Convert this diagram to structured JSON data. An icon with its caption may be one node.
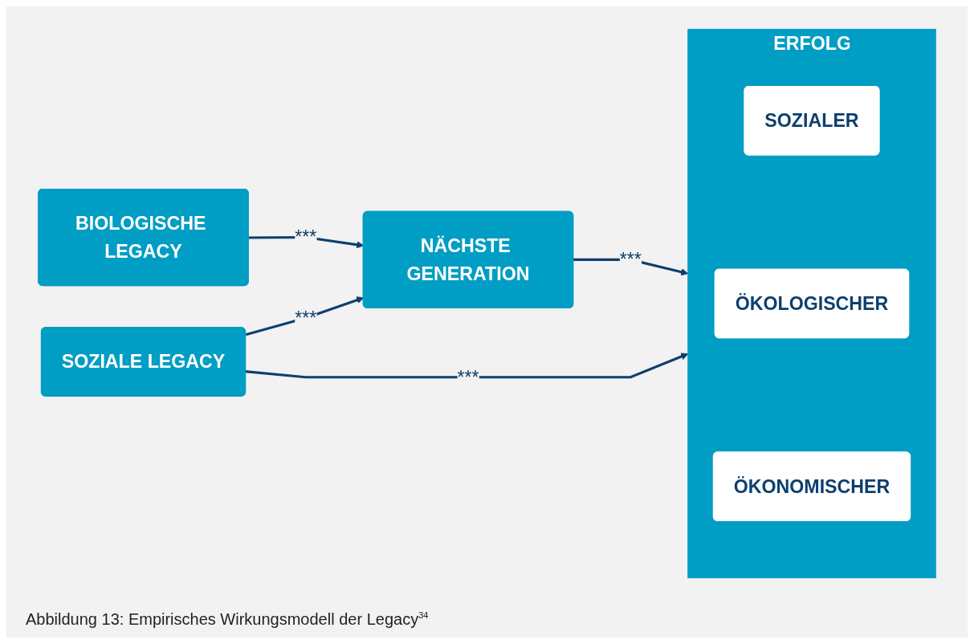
{
  "diagram": {
    "nodes": [
      {
        "text": [
          "BIOLOGISCHE LEGACY"
        ]
      },
      {
        "text": [
          "NÄCHSTE GENERATION"
        ]
      },
      {
        "text": [
          "SOZIALE LEGACY"
        ]
      },
      {
        "text": [
          "ERFOLG"
        ]
      },
      {
        "text": [
          "SOZIALER"
        ],
        "in": 3
      },
      {
        "text": [
          "ÖKOLOGISCHER"
        ],
        "in": 3
      },
      {
        "text": [
          "ÖKONOMISCHER"
        ],
        "in": 3
      }
    ],
    "edges": [
      {
        "from": 0,
        "to": 1,
        "arrow": "to",
        "label": "***"
      },
      {
        "from": 2,
        "to": 1,
        "arrow": "to",
        "label": "***"
      },
      {
        "from": 1,
        "to": 3,
        "arrow": "to",
        "label": "***"
      },
      {
        "from": 2,
        "to": 3,
        "arrow": "to",
        "label": "***"
      }
    ],
    "caption": "Abbildung 13: Empirisches Wirkungsmodell der Legacy$^{34}$"
  }
}
